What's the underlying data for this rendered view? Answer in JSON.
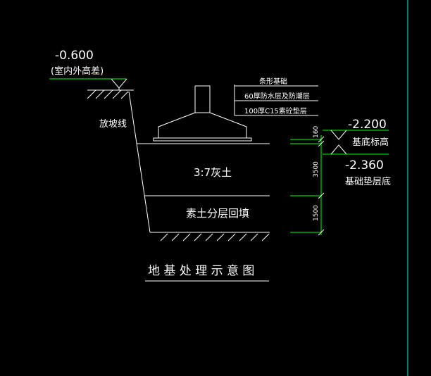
{
  "colors": {
    "background": "#000000",
    "line_white": "#ffffff",
    "dimension_green": "#00ff00",
    "border_cyan": "#00e5e5"
  },
  "labels": {
    "outdoor_level": "-0.600",
    "outdoor_level_note": "(室内外高差)",
    "slope_line": "放坡线",
    "strip_foundation": "条形基础",
    "waterproof_layer": "60厚防水层及防潮层",
    "cushion_layer": "100厚C15素砼垫层",
    "lime_soil": "3:7灰土",
    "backfill": "素土分层回填",
    "base_elevation": "-2.200",
    "base_elevation_note": "基底标高",
    "cushion_bottom_elevation": "-2.360",
    "cushion_bottom_note": "基础垫层底",
    "dim_160": "160",
    "dim_3500": "3500",
    "dim_1500": "1500",
    "title": "地 基 处 理 示 意 图"
  }
}
